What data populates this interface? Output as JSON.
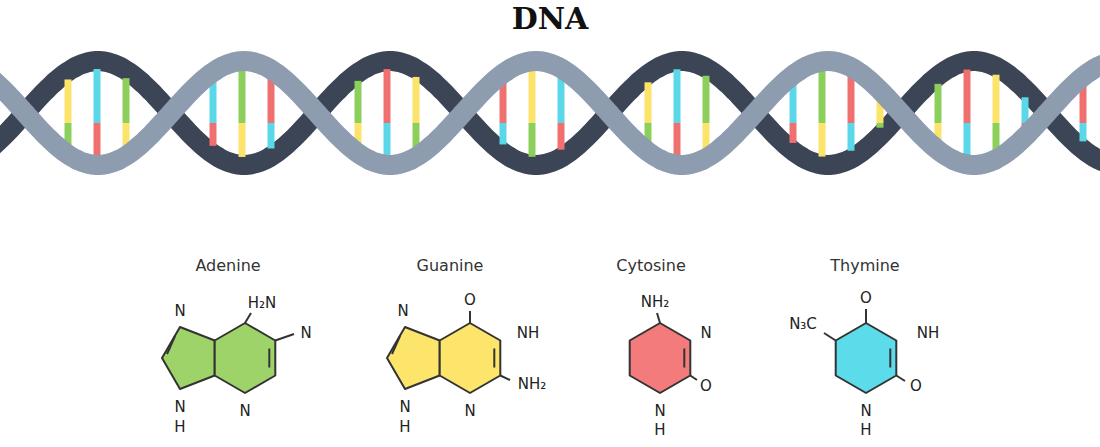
{
  "diagram": {
    "title": "DNA",
    "nodes": [
      {
        "text": [
          "Adenine"
        ]
      },
      {
        "text": [
          "Guanine"
        ]
      },
      {
        "text": [
          "Cytosine"
        ]
      },
      {
        "text": [
          "Thymine"
        ]
      }
    ],
    "labels": [
      "N",
      "H₂N",
      "N",
      "N",
      "N",
      "H",
      "N",
      "O",
      "NH",
      "NH₂",
      "N",
      "N",
      "H",
      "NH₂",
      "N",
      "O",
      "N",
      "H",
      "O",
      "N₃C",
      "NH",
      "O",
      "N",
      "H"
    ]
  }
}
